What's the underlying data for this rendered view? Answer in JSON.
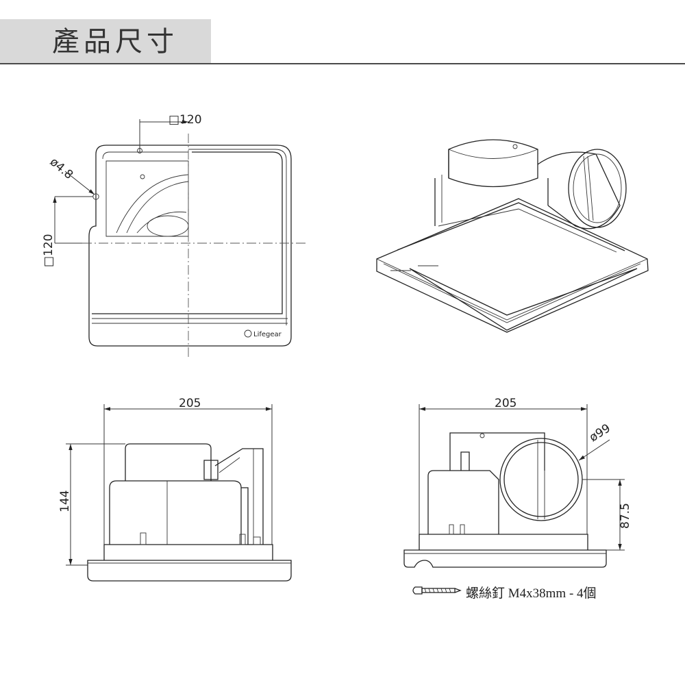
{
  "header": {
    "title": "產品尺寸"
  },
  "top_view": {
    "width_dim": "□120",
    "hole_dim": "ø4.8",
    "height_dim": "□120",
    "brand": "Lifegear"
  },
  "side_view": {
    "width_dim": "205",
    "height_dim": "144"
  },
  "front_view": {
    "width_dim": "205",
    "duct_dim": "ø99",
    "height_dim": "87.5"
  },
  "screw": {
    "label": "螺絲釘  M4x38mm - 4個"
  },
  "colors": {
    "header_bg": "#d9d9d9",
    "line": "#222222"
  }
}
